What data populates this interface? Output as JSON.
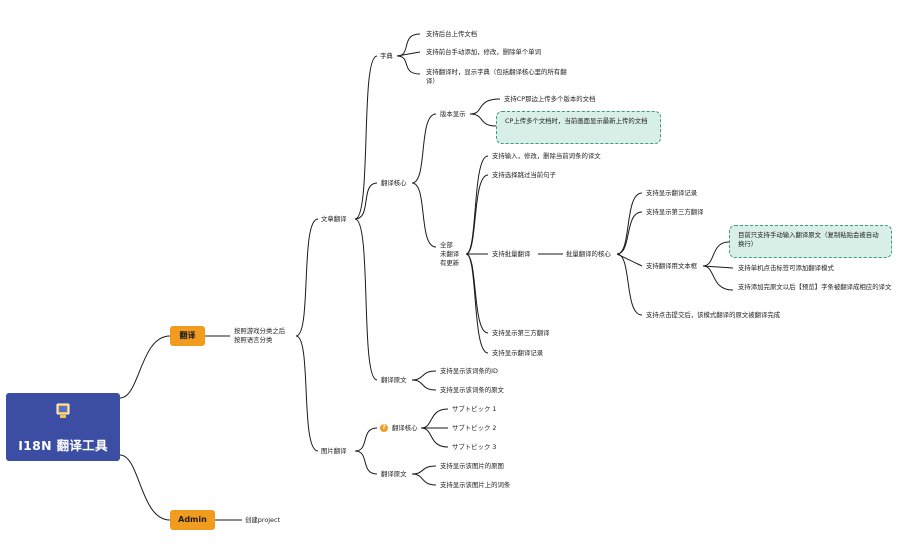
{
  "root": {
    "title": "I18N 翻译工具",
    "icon": "monitor-icon"
  },
  "branches": {
    "fanyi": "翻译",
    "admin": "Admin",
    "fanyi_desc": "按照游戏分类之后\n按照语言分类",
    "admin_child": "创建project"
  },
  "article": {
    "label": "文章翻译",
    "dictionary": {
      "label": "字典",
      "items": [
        "支持后台上传文档",
        "支持前台手动添加，修改，删除单个单词",
        "支持翻译时，显示字典（包括翻译核心里的所有翻译）"
      ]
    },
    "core": {
      "label": "翻译核心",
      "version": {
        "label": "版本显示",
        "item": "支持CP那边上传多个版本的文档",
        "note": "CP上传多个文档时，当前画面显示最新上传的文档"
      },
      "all": {
        "label": "全部\n未翻译\n有更新",
        "items": [
          "支持输入，修改，删除当前词条的译文",
          "支持选择跳过当前句子"
        ],
        "batch": {
          "label": "支持批量翻译",
          "core_label": "批量翻译的核心",
          "items": [
            "支持显示翻译记录",
            "支持显示第三方翻译"
          ],
          "textbox": {
            "label": "支持翻译用文本框",
            "note": "目前只支持手动输入翻译原文（复制粘贴会被自动换行）",
            "items": [
              "支持单机点击标签可添加翻译模式",
              "支持添加完原文以后【预览】字条被翻译成相应的译文"
            ]
          },
          "finish": "支持点击提交后，该模式翻译的原文被翻译完成"
        },
        "bottom_items": [
          "支持显示第三方翻译",
          "支持显示翻译记录"
        ]
      }
    },
    "original": {
      "label": "翻译原文",
      "items": [
        "支持显示该词条的ID",
        "支持显示该词条的原文"
      ]
    }
  },
  "image": {
    "label": "图片翻译",
    "core": {
      "label": "翻译核心",
      "badge": "?",
      "items": [
        "サブトピック 1",
        "サブトピック 2",
        "サブトピック 3"
      ]
    },
    "original": {
      "label": "翻译原文",
      "items": [
        "支持显示该图片的原图",
        "支持显示该图片上的词条"
      ]
    }
  }
}
